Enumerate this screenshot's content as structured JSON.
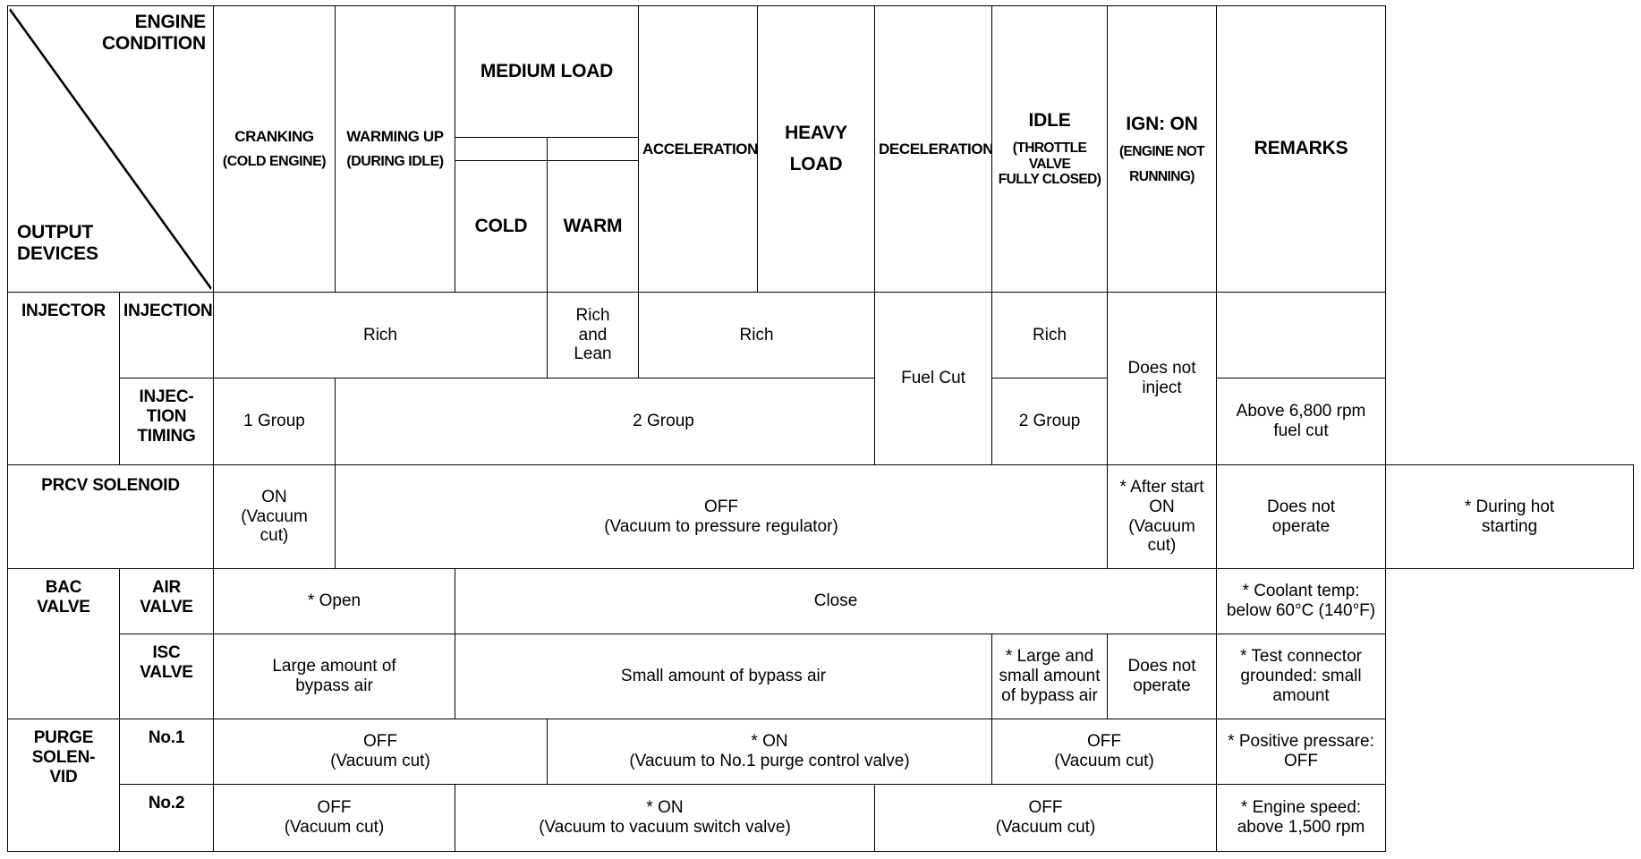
{
  "document": {
    "type": "engine-control-output-devices-matrix",
    "corner": {
      "engine_condition_label_line1": "ENGINE",
      "engine_condition_label_line2": "CONDITION",
      "output_devices_label_line1": "OUTPUT",
      "output_devices_label_line2": "DEVICES"
    },
    "columns": {
      "cranking": {
        "title": "CRANKING",
        "sub": "(COLD ENGINE)"
      },
      "warming_up": {
        "title": "WARMING UP",
        "sub": "(DURING IDLE)"
      },
      "medium_load": {
        "title": "MEDIUM LOAD",
        "cold": "COLD",
        "warm": "WARM"
      },
      "acceleration": {
        "title": "ACCELERATION"
      },
      "heavy_load": {
        "title_line1": "HEAVY",
        "title_line2": "LOAD"
      },
      "deceleration": {
        "title": "DECELERATION"
      },
      "idle": {
        "title": "IDLE",
        "sub_line1": "(THROTTLE",
        "sub_line2": "VALVE",
        "sub_line3": "FULLY CLOSED)"
      },
      "ign_on": {
        "title": "IGN: ON",
        "sub_line1": "(ENGINE NOT",
        "sub_line2": "RUNNING)"
      },
      "remarks": {
        "title": "REMARKS"
      }
    },
    "rows": {
      "injector": {
        "group_label": "INJECTOR",
        "injection": {
          "label": "INJECTION",
          "rich_span_left": "Rich",
          "rich_and_lean": "Rich\nand\nLean",
          "rich_and_lean_l1": "Rich",
          "rich_and_lean_l2": "and",
          "rich_and_lean_l3": "Lean",
          "rich_span_mid": "Rich",
          "fuel_cut": "Fuel Cut",
          "idle": "Rich",
          "ign_on_l1": "Does not",
          "ign_on_l2": "inject",
          "remarks": ""
        },
        "injection_timing": {
          "label_l1": "INJEC-",
          "label_l2": "TION",
          "label_l3": "TIMING",
          "one_group": "1 Group",
          "two_group": "2 Group",
          "idle_two_group": "2 Group",
          "remarks_l1": "Above 6,800 rpm",
          "remarks_l2": "fuel cut"
        }
      },
      "prcv_solenoid": {
        "label": "PRCV SOLENOID",
        "cranking_l1": "ON",
        "cranking_l2": "(Vacuum",
        "cranking_l3": "cut)",
        "off_l1": "OFF",
        "off_l2": "(Vacuum to pressure regulator)",
        "idle_l1": "* After start",
        "idle_l2": "ON",
        "idle_l3": "(Vacuum",
        "idle_l4": "cut)",
        "ign_on_l1": "Does not",
        "ign_on_l2": "operate",
        "remarks_l1": "* During hot",
        "remarks_l2": "starting"
      },
      "bac_valve": {
        "group_label_l1": "BAC",
        "group_label_l2": "VALVE",
        "air_valve": {
          "label_l1": "AIR",
          "label_l2": "VALVE",
          "open": "* Open",
          "close": "Close",
          "remarks_l1": "* Coolant temp:",
          "remarks_l2": "below 60°C (140°F)"
        },
        "isc_valve": {
          "label_l1": "ISC",
          "label_l2": "VALVE",
          "large_l1": "Large amount of",
          "large_l2": "bypass air",
          "small": "Small amount of bypass air",
          "idle_l1": "* Large and",
          "idle_l2": "small amount",
          "idle_l3": "of bypass air",
          "ign_on_l1": "Does not",
          "ign_on_l2": "operate",
          "remarks_l1": "* Test connector",
          "remarks_l2": "grounded: small",
          "remarks_l3": "amount"
        }
      },
      "purge_solenoid": {
        "group_label_l1": "PURGE",
        "group_label_l2": "SOLEN-",
        "group_label_l3": "VID",
        "no1": {
          "label": "No.1",
          "off_left_l1": "OFF",
          "off_left_l2": "(Vacuum cut)",
          "on_l1": "* ON",
          "on_l2": "(Vacuum to No.1 purge control valve)",
          "off_right_l1": "OFF",
          "off_right_l2": "(Vacuum cut)",
          "remarks_l1": "* Positive pressare:",
          "remarks_l2": "OFF"
        },
        "no2": {
          "label": "No.2",
          "off_left_l1": "OFF",
          "off_left_l2": "(Vacuum cut)",
          "on_l1": "* ON",
          "on_l2": "(Vacuum to vacuum switch valve)",
          "off_right_l1": "OFF",
          "off_right_l2": "(Vacuum cut)",
          "remarks_l1": "* Engine speed:",
          "remarks_l2": "above 1,500 rpm"
        }
      }
    }
  }
}
